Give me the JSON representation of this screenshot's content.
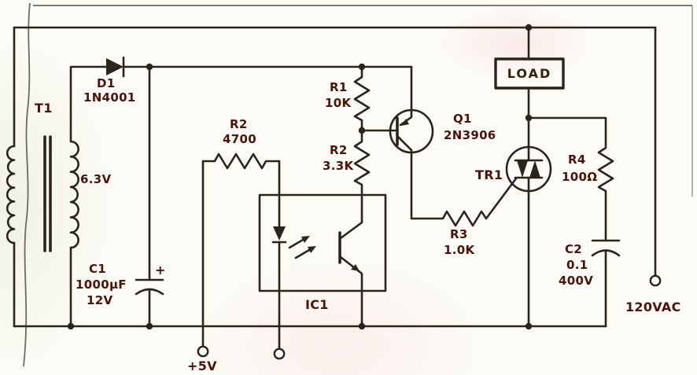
{
  "title": "Optocoupler / triac AC load control schematic",
  "colors": {
    "ink": "#2b241c",
    "label": "#4d130a",
    "paper": "#fcfbf5"
  },
  "components": {
    "transformer": {
      "ref": "T1",
      "secondary": "6.3V"
    },
    "d1": {
      "ref": "D1",
      "part": "1N4001"
    },
    "c1": {
      "ref": "C1",
      "value": "1000µF",
      "rating": "12V",
      "polarity": "+"
    },
    "r2_led": {
      "ref": "R2",
      "value": "4700"
    },
    "supply_5v": {
      "label": "+5V"
    },
    "ic1": {
      "ref": "IC1"
    },
    "r1": {
      "ref": "R1",
      "value": "10K"
    },
    "r2_div": {
      "ref": "R2",
      "value": "3.3K"
    },
    "q1": {
      "ref": "Q1",
      "part": "2N3906"
    },
    "r3": {
      "ref": "R3",
      "value": "1.0K"
    },
    "tr1": {
      "ref": "TR1"
    },
    "load": {
      "label": "LOAD"
    },
    "r4": {
      "ref": "R4",
      "value": "100Ω"
    },
    "c2": {
      "ref": "C2",
      "value": "0.1",
      "rating": "400V"
    },
    "ac": {
      "label": "120VAC"
    }
  }
}
